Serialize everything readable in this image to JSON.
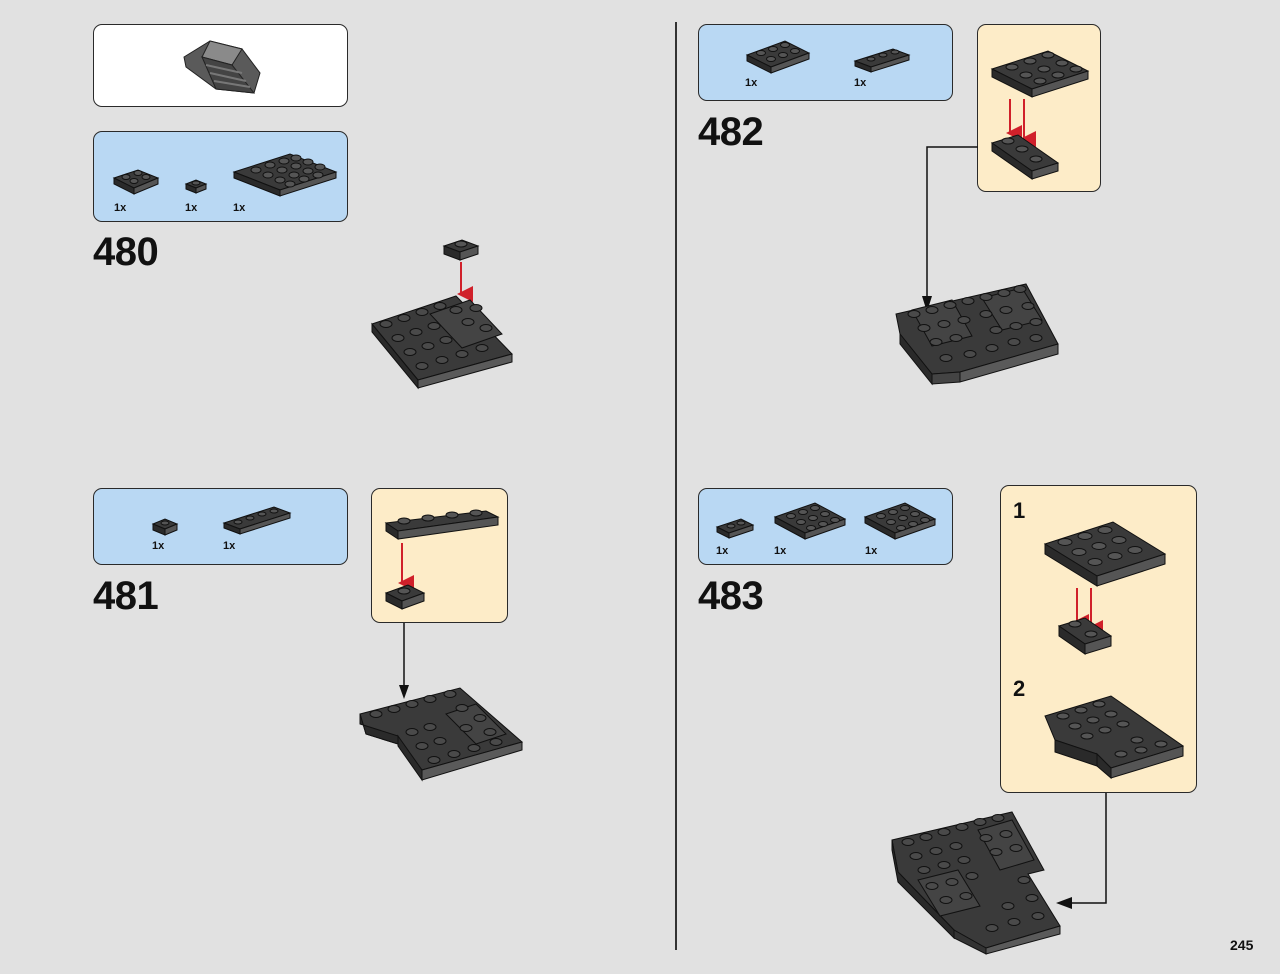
{
  "page": {
    "number": "245"
  },
  "steps": [
    {
      "number": "480",
      "parts": [
        {
          "qty": "1x"
        },
        {
          "qty": "1x"
        },
        {
          "qty": "1x"
        }
      ]
    },
    {
      "number": "481",
      "parts": [
        {
          "qty": "1x"
        },
        {
          "qty": "1x"
        }
      ]
    },
    {
      "number": "482",
      "parts": [
        {
          "qty": "1x"
        },
        {
          "qty": "1x"
        }
      ]
    },
    {
      "number": "483",
      "parts": [
        {
          "qty": "1x"
        },
        {
          "qty": "1x"
        },
        {
          "qty": "1x"
        }
      ],
      "substeps": [
        "1",
        "2"
      ]
    }
  ],
  "colors": {
    "background": "#e1e1e1",
    "parts_panel": "#b9d8f3",
    "subassembly_panel": "#fdecc8",
    "brick": "#3a3a3a",
    "arrow_red": "#d0202a",
    "arrow_black": "#111111"
  },
  "icons": {
    "previous_model": "assembly-thumbnail-icon",
    "brick": "dark-grey-plate-icon",
    "placement_arrow": "red-arrow-icon"
  }
}
